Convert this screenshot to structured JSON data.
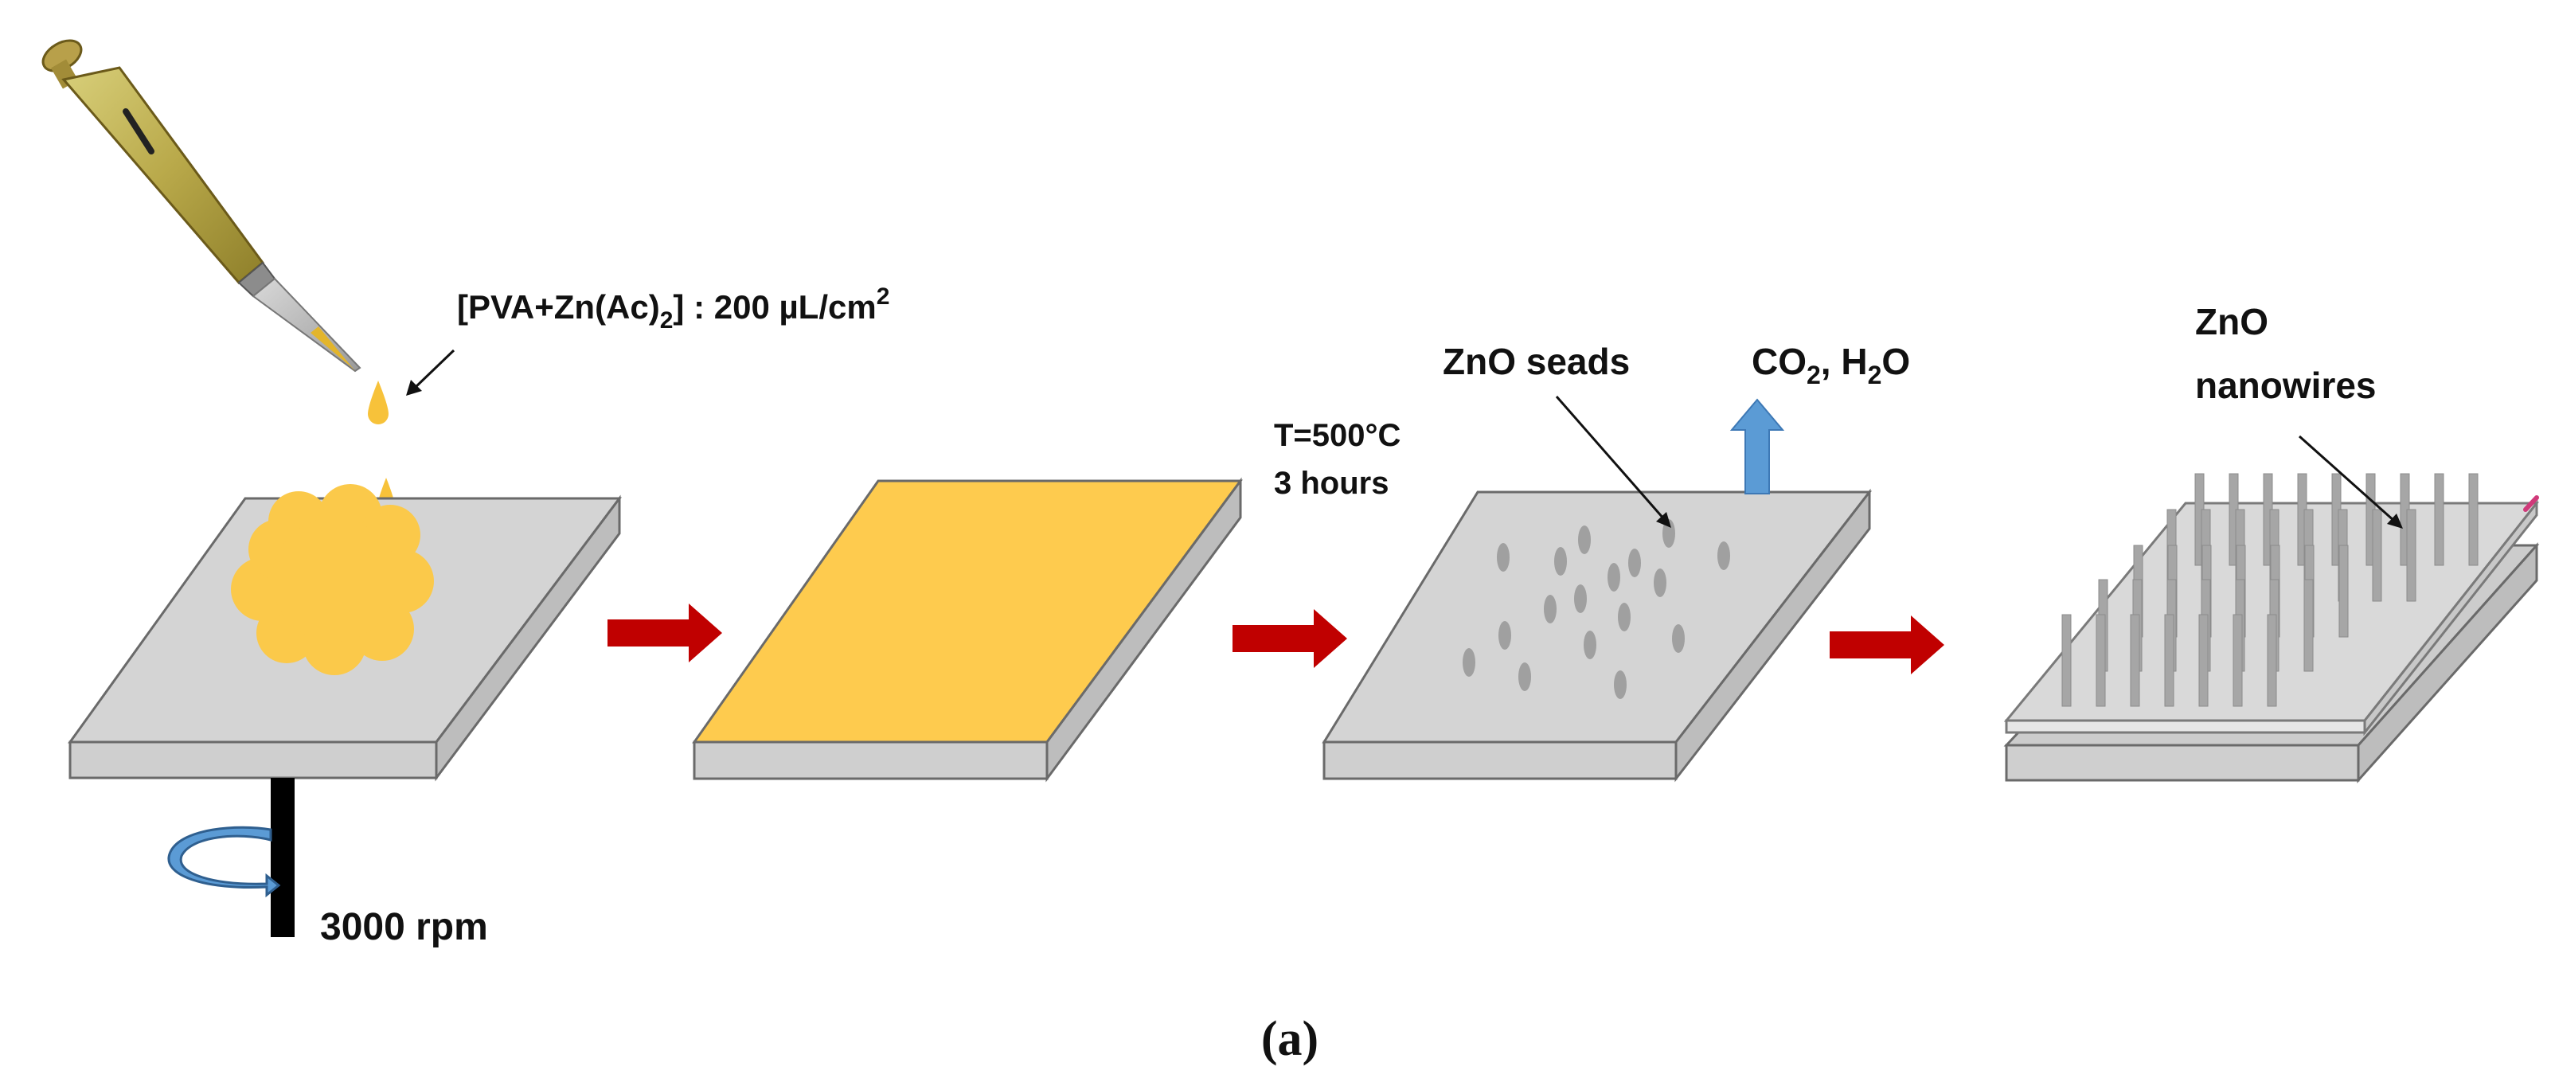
{
  "colors": {
    "plate_top": "#d4d4d4",
    "plate_side": "#bdbdbd",
    "plate_stroke": "#6a6a6a",
    "solution": "#fbc94a",
    "process_arrow": "#c00000",
    "gas_arrow": "#5b9bd5",
    "seed": "#a0a0a0",
    "nanowire": "#a6a6a6"
  },
  "labels": {
    "solution": {
      "main": "[PVA+Zn(Ac)",
      "sub": "2",
      "rest": "] : 200 µL/cm",
      "sup": "2"
    },
    "spin_speed": "3000 rpm",
    "anneal_temp": "T=500°C",
    "anneal_time": "3 hours",
    "seeds": "ZnO seads",
    "gas": {
      "co": "CO",
      "sub1": "2",
      "mid": ", H",
      "sub2": "2",
      "end": "O"
    },
    "nanowires_line1": "ZnO",
    "nanowires_line2": "nanowires",
    "caption": "(a)"
  },
  "icons": {
    "pipette": "pipette-icon",
    "rotation": "rotation-arrow-icon",
    "spindle": "spin-spindle"
  }
}
